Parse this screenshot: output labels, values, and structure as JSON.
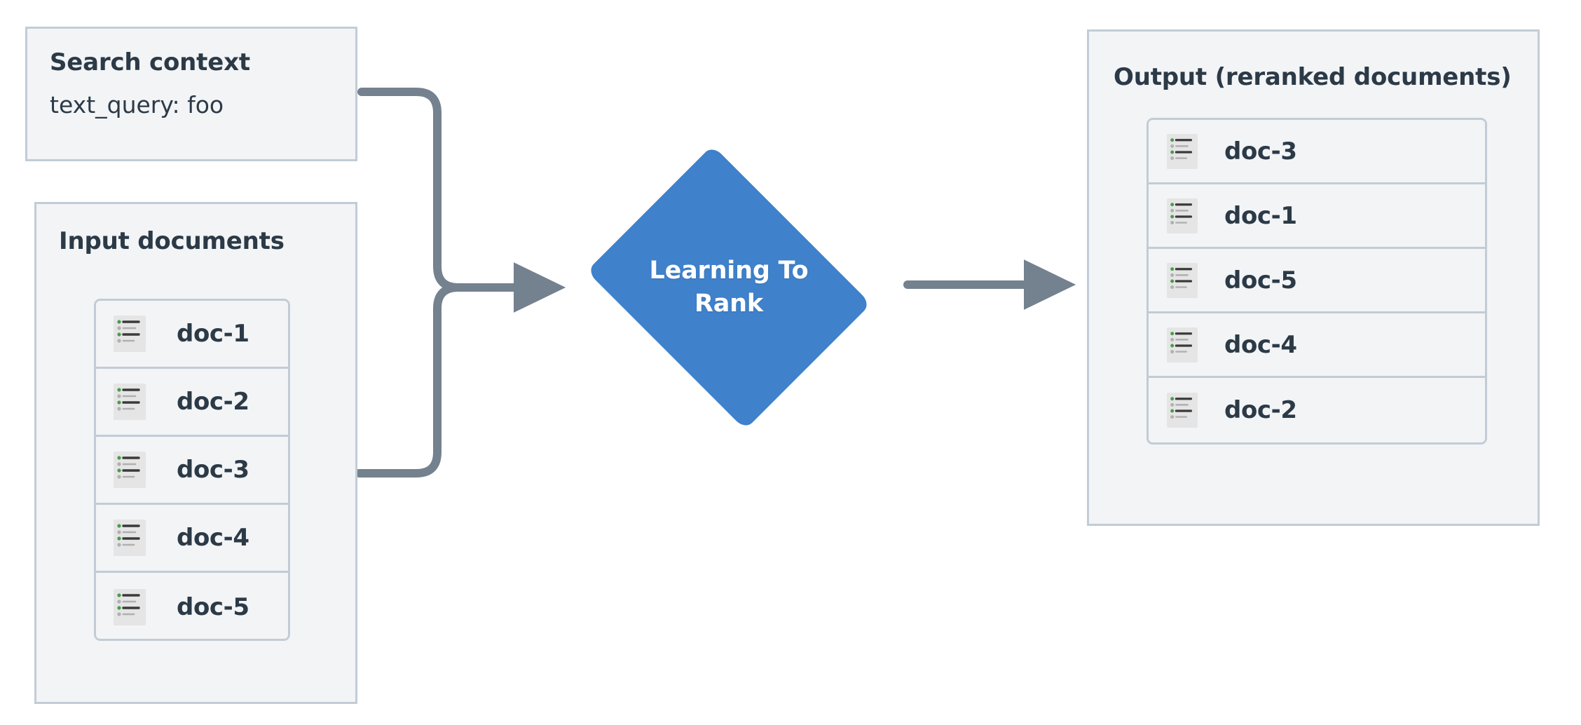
{
  "diagram": {
    "title": "Learning To Rank reranking flow",
    "background": "#ffffff",
    "colors": {
      "panel_fill": "#f2f4f6",
      "panel_border": "#c2ccd6",
      "text": "#2c3a47",
      "node_fill": "#3f81ca",
      "node_text": "#ffffff",
      "connector": "#74818f",
      "icon_fill": "#e5e5e5",
      "icon_bullet_green": "#4a9c4a",
      "icon_bullet_gray": "#b0b0b0",
      "icon_line_dark": "#3a3a3a",
      "icon_line_light": "#b0b0b0"
    }
  },
  "search_context": {
    "title": "Search context",
    "query_label": "text_query: foo"
  },
  "input_documents": {
    "title": "Input documents",
    "docs": [
      {
        "label": "doc-1",
        "icon": "document-list-icon"
      },
      {
        "label": "doc-2",
        "icon": "document-list-icon"
      },
      {
        "label": "doc-3",
        "icon": "document-list-icon"
      },
      {
        "label": "doc-4",
        "icon": "document-list-icon"
      },
      {
        "label": "doc-5",
        "icon": "document-list-icon"
      }
    ]
  },
  "model_node": {
    "label": "Learning To Rank",
    "label_line_1": "Learning To",
    "label_line_2": "Rank",
    "shape": "diamond"
  },
  "output": {
    "title": "Output (reranked documents)",
    "docs": [
      {
        "label": "doc-3",
        "icon": "document-list-icon"
      },
      {
        "label": "doc-1",
        "icon": "document-list-icon"
      },
      {
        "label": "doc-5",
        "icon": "document-list-icon"
      },
      {
        "label": "doc-4",
        "icon": "document-list-icon"
      },
      {
        "label": "doc-2",
        "icon": "document-list-icon"
      }
    ]
  },
  "connectors": [
    {
      "name": "search-context-to-model",
      "from": "search_context",
      "to": "model_node",
      "arrow": true
    },
    {
      "name": "input-documents-to-model",
      "from": "input_documents",
      "to": "model_node",
      "arrow": true
    },
    {
      "name": "model-to-output",
      "from": "model_node",
      "to": "output",
      "arrow": true
    }
  ]
}
